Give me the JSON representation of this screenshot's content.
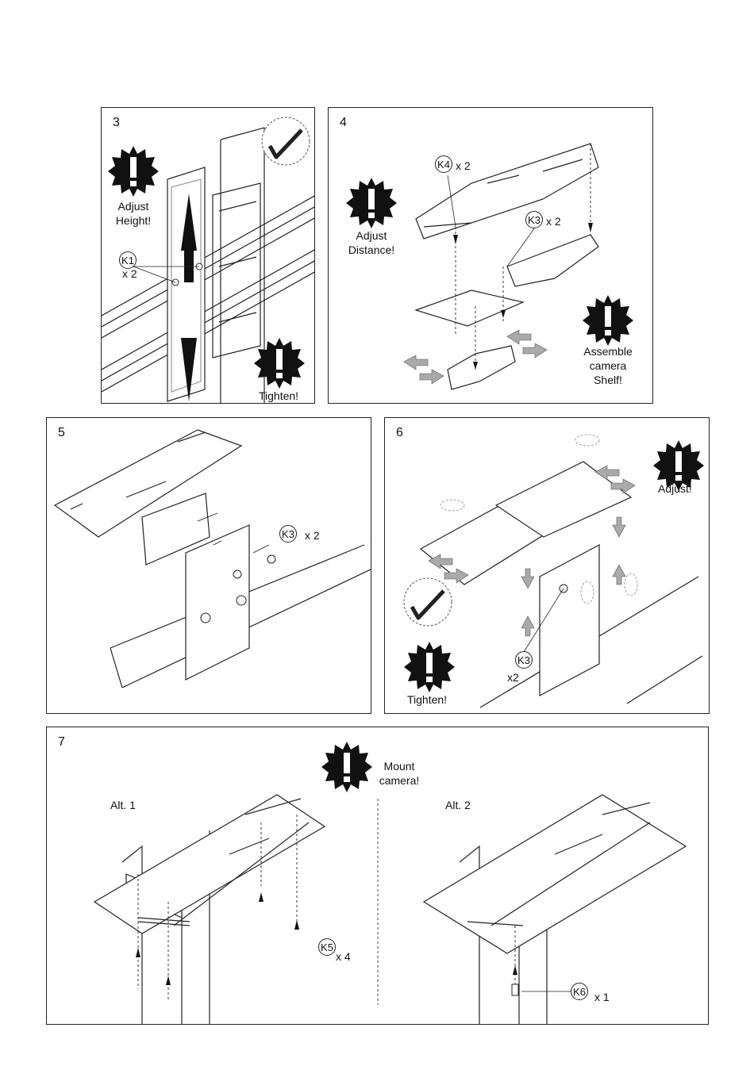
{
  "steps": [
    {
      "number": "3",
      "labels": {
        "adjust_height": "Adjust Height!",
        "tighten": "Tighten!",
        "qty": "x 2"
      },
      "parts": [
        "K1"
      ]
    },
    {
      "number": "4",
      "labels": {
        "adjust_distance": "Adjust Distance!",
        "assemble": "Assemble camera Shelf!",
        "qty_k4": "x 2",
        "qty_k3": "x 2"
      },
      "parts": [
        "K4",
        "K3"
      ]
    },
    {
      "number": "5",
      "labels": {
        "qty": "x 2"
      },
      "parts": [
        "K3"
      ]
    },
    {
      "number": "6",
      "labels": {
        "adjust": "Adjust!",
        "tighten": "Tighten!",
        "qty": "x2"
      },
      "parts": [
        "K3"
      ]
    },
    {
      "number": "7",
      "labels": {
        "mount": "Mount camera!",
        "alt1": "Alt. 1",
        "alt2": "Alt. 2",
        "qty_k5": "x 4",
        "qty_k6": "x 1"
      },
      "parts": [
        "K5",
        "K6"
      ]
    }
  ],
  "icons": {
    "warning": "exclamation-burst-icon",
    "check": "allen-key-check-icon",
    "rotate": "rotate-arrow-icon",
    "screw": "screw-icon"
  },
  "colors": {
    "line": "#222222",
    "fill": "#111111",
    "hatch": "#9a9a9a"
  }
}
